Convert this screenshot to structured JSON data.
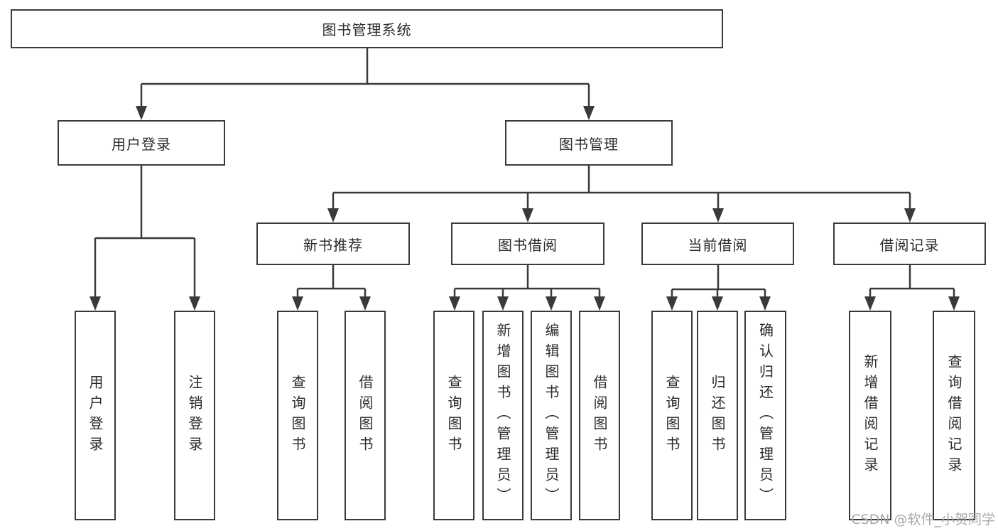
{
  "diagram": {
    "title": "图书管理系统",
    "root": {
      "label": "图书管理系统"
    },
    "branches": [
      {
        "label": "用户登录",
        "children": [
          {
            "label": "用户登录"
          },
          {
            "label": "注销登录"
          }
        ]
      },
      {
        "label": "图书管理",
        "groups": [
          {
            "label": "新书推荐",
            "children": [
              {
                "label": "查询图书"
              },
              {
                "label": "借阅图书"
              }
            ]
          },
          {
            "label": "图书借阅",
            "children": [
              {
                "label": "查询图书"
              },
              {
                "label": "新增图书（管理员）"
              },
              {
                "label": "编辑图书（管理员）"
              },
              {
                "label": "借阅图书"
              }
            ]
          },
          {
            "label": "当前借阅",
            "children": [
              {
                "label": "查询图书"
              },
              {
                "label": "归还图书"
              },
              {
                "label": "确认归还（管理员）"
              }
            ]
          },
          {
            "label": "借阅记录",
            "children": [
              {
                "label": "新增借阅记录"
              },
              {
                "label": "查询借阅记录"
              }
            ]
          }
        ]
      }
    ]
  },
  "colors": {
    "line": "#3a3a3a",
    "box_border": "#3a3a3a",
    "box_fill": "#ffffff",
    "text": "#2b2b2b",
    "watermark": "#a8a8a8",
    "background": "#ffffff"
  },
  "watermark": {
    "text": "CSDN @软件_小贺同学"
  }
}
